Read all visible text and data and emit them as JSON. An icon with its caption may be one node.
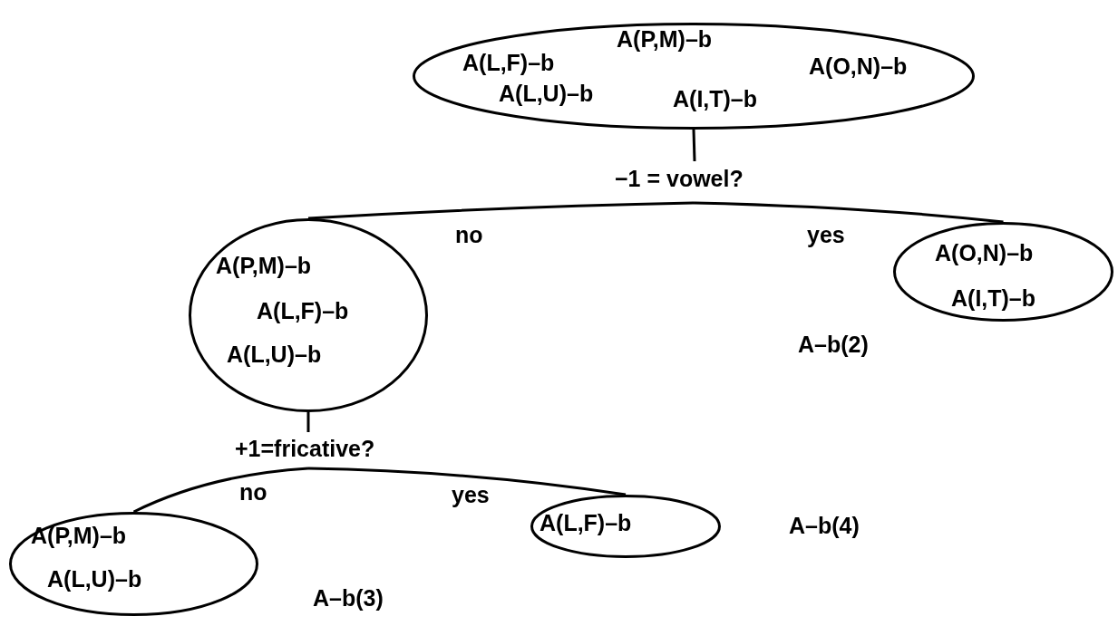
{
  "diagram": {
    "nodes": [
      {
        "text": [
          "A(L,F)–b",
          "A(P,M)–b",
          "A(O,N)–b",
          "A(L,U)–b",
          "A(I,T)–b"
        ]
      },
      {
        "text": [
          "−1 = vowel?"
        ]
      },
      {
        "text": [
          "A(P,M)–b",
          "A(L,F)–b",
          "A(L,U)–b"
        ]
      },
      {
        "text": [
          "A(O,N)–b",
          "A(I,T)–b"
        ],
        "beside": [
          "A–b(2)"
        ]
      },
      {
        "text": [
          "+1=fricative?"
        ]
      },
      {
        "text": [
          "A(P,M)–b",
          "A(L,U)–b"
        ],
        "beside": [
          "A–b(3)"
        ]
      },
      {
        "text": [
          "A(L,F)–b"
        ],
        "beside": [
          "A–b(4)"
        ]
      }
    ],
    "edges": [
      {
        "from": 0,
        "to": 1,
        "arrow": "none"
      },
      {
        "from": 1,
        "to": 2,
        "arrow": "none",
        "label": "no"
      },
      {
        "from": 1,
        "to": 3,
        "arrow": "none",
        "label": "yes"
      },
      {
        "from": 2,
        "to": 4,
        "arrow": "none"
      },
      {
        "from": 4,
        "to": 5,
        "arrow": "none",
        "label": "no"
      },
      {
        "from": 4,
        "to": 6,
        "arrow": "none",
        "label": "yes"
      }
    ]
  }
}
